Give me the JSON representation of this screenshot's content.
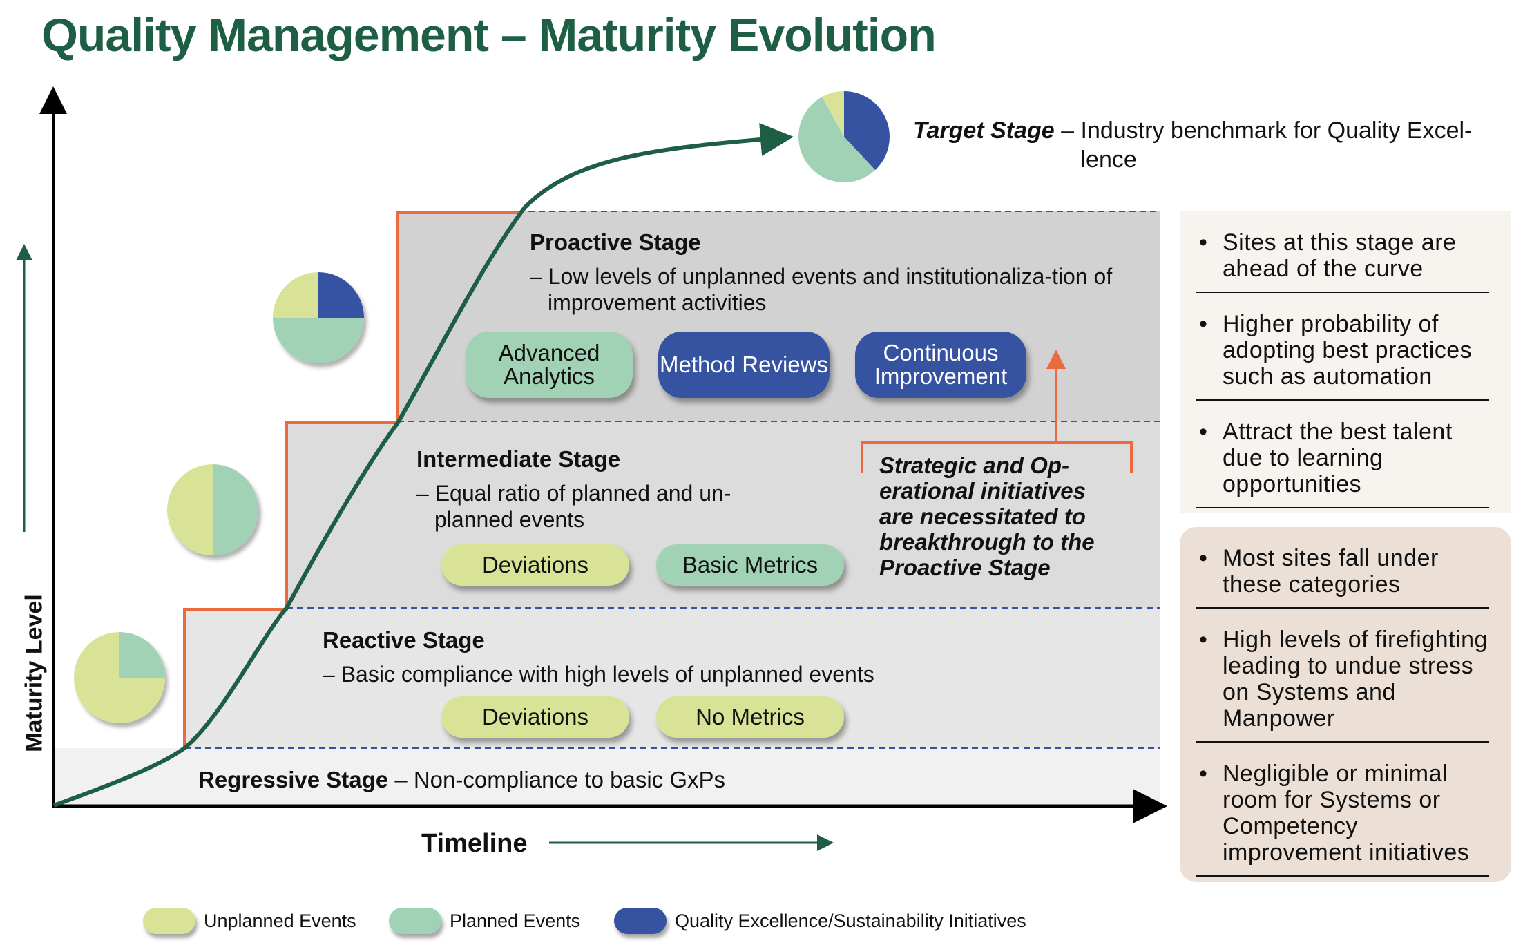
{
  "title": "Quality Management – Maturity Evolution",
  "axes": {
    "y_label": "Maturity Level",
    "x_label": "Timeline"
  },
  "colors": {
    "brand_green": "#1d5e45",
    "orange": "#eb6b3f",
    "unplanned": "#d9e397",
    "planned": "#a1d2b5",
    "quality": "#3653a2",
    "dashed_line": "#3653a2"
  },
  "target": {
    "name": "Target Stage",
    "separator": " – ",
    "description": "Industry benchmark for Quality Excel-lence",
    "pie": {
      "unplanned": 8,
      "planned": 54,
      "quality": 38
    }
  },
  "stages": {
    "proactive": {
      "title": "Proactive Stage",
      "description": "– Low levels of unplanned events and institutionaliza-tion of improvement activities",
      "pills": [
        {
          "label": "Advanced Analytics",
          "type": "planned"
        },
        {
          "label": "Method Reviews",
          "type": "quality"
        },
        {
          "label": "Continuous Improvement",
          "type": "quality"
        }
      ],
      "pie": {
        "unplanned": 25,
        "planned": 50,
        "quality": 25
      }
    },
    "intermediate": {
      "title": "Intermediate Stage",
      "description": "– Equal ratio of planned and un-planned events",
      "pills": [
        {
          "label": "Deviations",
          "type": "unplanned"
        },
        {
          "label": "Basic Metrics",
          "type": "planned"
        }
      ],
      "pie": {
        "unplanned": 50,
        "planned": 50,
        "quality": 0
      }
    },
    "reactive": {
      "title": "Reactive Stage",
      "description": "– Basic compliance with high levels of unplanned events",
      "pills": [
        {
          "label": "Deviations",
          "type": "unplanned"
        },
        {
          "label": "No Metrics",
          "type": "unplanned"
        }
      ],
      "pie": {
        "unplanned": 75,
        "planned": 25,
        "quality": 0
      }
    },
    "regressive": {
      "title": "Regressive Stage",
      "description": " – Non-compliance to basic GxPs"
    }
  },
  "strategic_note": "Strategic and Op-erational initiatives are necessitated to breakthrough to the Proactive Stage",
  "panels": {
    "top": [
      "Sites at this stage are ahead of the curve",
      "Higher probability of adopting best practices such as automation",
      "Attract the best talent due to learning opportunities"
    ],
    "bottom": [
      "Most sites fall under these categories",
      "High levels of firefighting leading to undue stress on Systems and Manpower",
      "Negligible or minimal room for Systems or Competency improvement initiatives"
    ]
  },
  "legend": [
    {
      "label": "Unplanned Events",
      "type": "unplanned"
    },
    {
      "label": "Planned Events",
      "type": "planned"
    },
    {
      "label": "Quality Excellence/Sustainability Initiatives",
      "type": "quality"
    }
  ]
}
